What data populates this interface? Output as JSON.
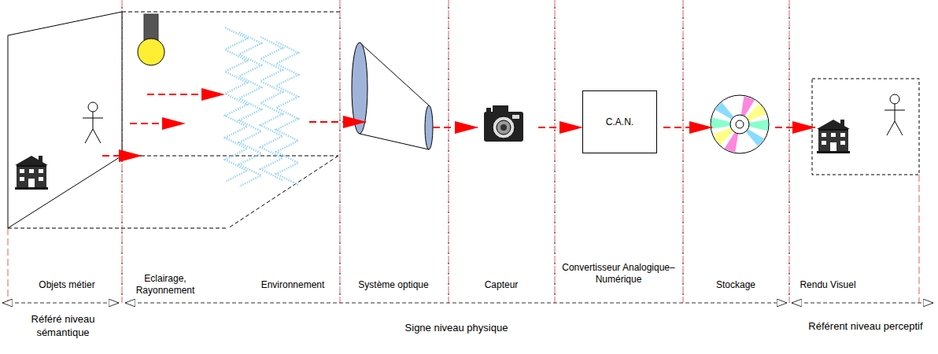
{
  "diagram": {
    "nodes": [
      {
        "text": [
          "C.A.N."
        ]
      }
    ],
    "labels": [
      "Objets métier",
      "Eclairage, Rayonnement",
      "Environnement",
      "Système optique",
      "Capteur",
      "Convertisseur Analogique–Numérique",
      "Stockage",
      "Rendu Visuel",
      "Référé niveau sémantique",
      "Signe niveau physique",
      "Référent niveau perceptif"
    ]
  }
}
